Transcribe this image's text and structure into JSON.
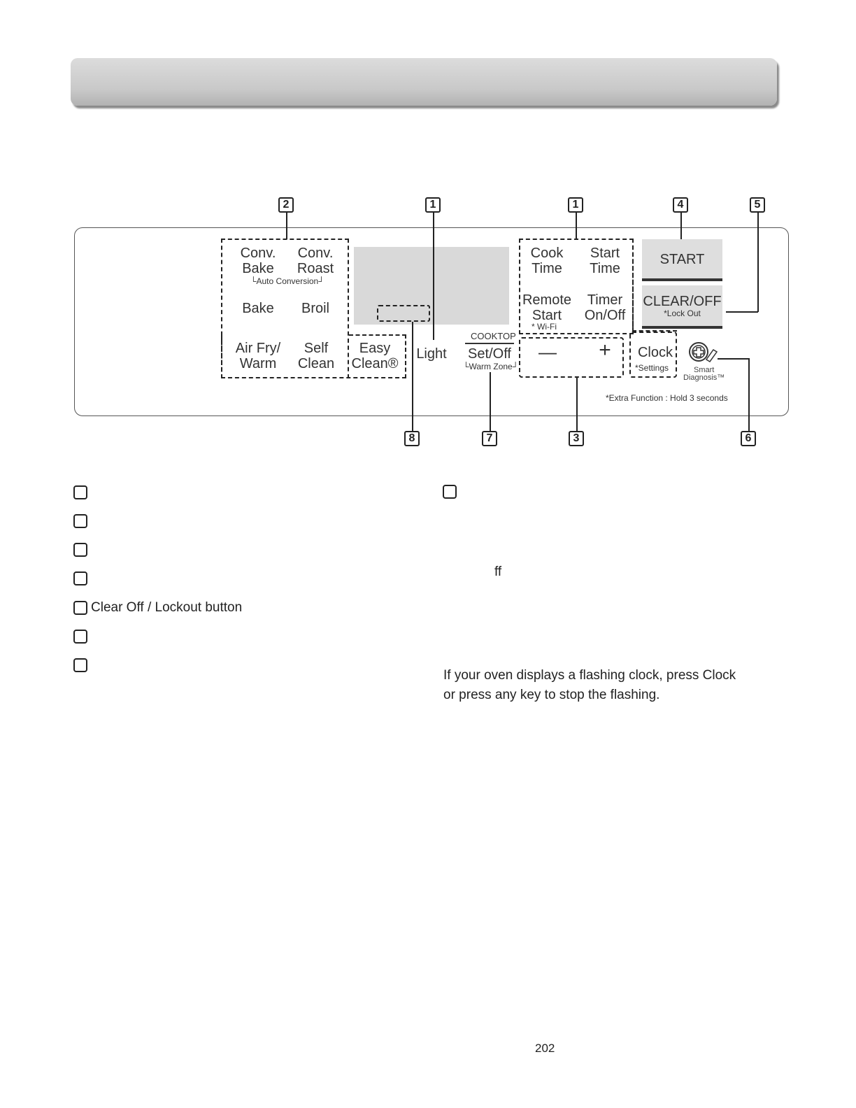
{
  "panel": {
    "groups": {
      "mode_buttons": [
        {
          "label": "Conv.\nBake"
        },
        {
          "label": "Conv.\nRoast"
        },
        {
          "label": "Bake"
        },
        {
          "label": "Broil"
        },
        {
          "label": "Air Fry/\nWarm"
        },
        {
          "label": "Self\nClean"
        },
        {
          "label": "Easy\nClean®"
        }
      ],
      "auto_conversion": "└Auto Conversion┘"
    },
    "light_label": "Light",
    "cooktop": {
      "title": "COOKTOP",
      "label": "Set/Off",
      "sub": "└Warm Zone┘"
    },
    "time_buttons": {
      "cook_time": "Cook\nTime",
      "start_time": "Start\nTime",
      "remote_start": "Remote\nStart",
      "wifi": "* Wi-Fi",
      "timer": "Timer\nOn/Off"
    },
    "minus": "—",
    "plus": "+",
    "start": "START",
    "clear_off": "CLEAR/OFF",
    "lock_out": "*Lock Out",
    "clock": "Clock",
    "settings": "*Settings",
    "smart_diagnosis": "Smart\nDiagnosis™",
    "extra_function": "*Extra Function : Hold 3 seconds"
  },
  "callouts": {
    "top": [
      "2",
      "1",
      "1",
      "4",
      "5"
    ],
    "bottom": [
      "8",
      "7",
      "3",
      "6"
    ]
  },
  "legend": {
    "clear_off_item": "Clear Off / Lockout button",
    "ff_fragment": "ff",
    "clock_note": "If your oven displays a flashing clock, press Clock\nor press any key to stop the flashing."
  },
  "page_number": "202"
}
